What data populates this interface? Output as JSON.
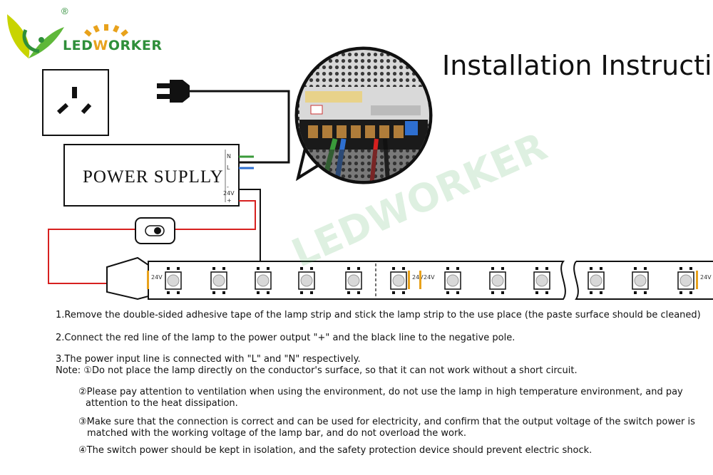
{
  "brand": {
    "name_led": "LED",
    "name_w": "W",
    "name_rest": "ORKER",
    "registered": "®",
    "logo_icon": "leaf-sun-logo-icon",
    "brand_color": "#2f8f3a",
    "accent_color": "#e8a21c"
  },
  "title": "Installation Instruction",
  "diagram": {
    "power_supply_label": "POWER SUPLLY",
    "terminal_n": "N",
    "terminal_l": "L",
    "terminal_minus": "-",
    "terminal_24v": "24V",
    "terminal_plus": "+",
    "strip_voltage_label": "24V",
    "wire_colors": {
      "red": "#d7201f",
      "black": "#1a1a1a",
      "green": "#3a9a3a",
      "blue": "#2e6fd0"
    }
  },
  "instructions": [
    "1.Remove the double-sided adhesive tape of the lamp strip and stick the lamp strip to the use place (the paste surface should be cleaned)",
    "2.Connect the red line of the lamp to the power output \"+\" and the black line to the negative pole.",
    "3.The power input line is connected with \"L\" and \"N\" respectively."
  ],
  "notes": [
    "Note: ①Do not place the lamp directly on the conductor's surface, so that it can not work without a short circuit.",
    "②Please pay attention to ventilation when using the environment, do not  use the lamp in high temperature environment, and pay",
    "attention to the heat dissipation.",
    "③Make sure that the connection is correct and can be used for electricity, and confirm that the output voltage of the switch power is",
    "matched with the working voltage of the lamp bar, and do not overload the work.",
    "④The switch power should be kept in isolation, and the safety protection device should prevent electric shock."
  ]
}
